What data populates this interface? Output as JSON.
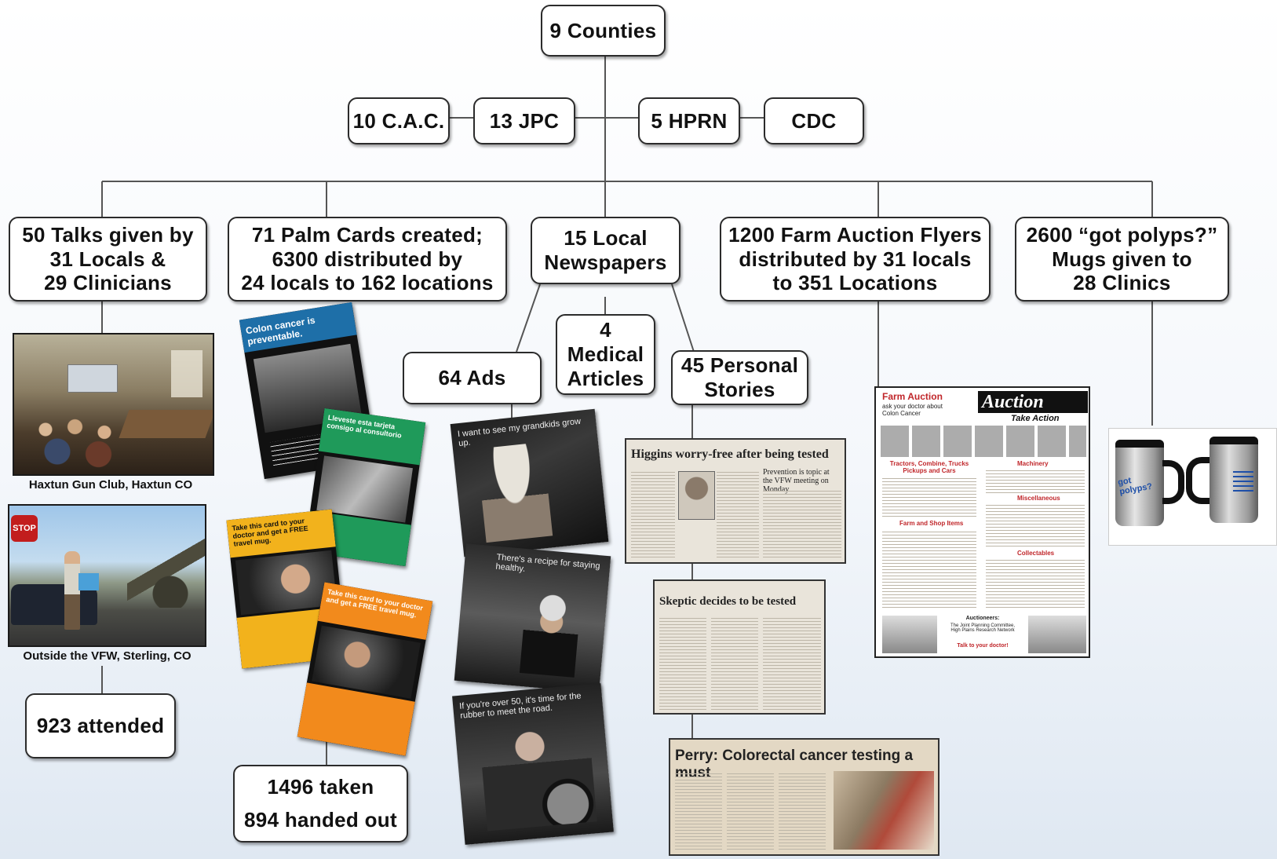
{
  "root": "9 Counties",
  "partners": [
    "10 C.A.C.",
    "13 JPC",
    "5 HPRN",
    "CDC"
  ],
  "branches": {
    "talks": "50 Talks given by\n31 Locals &\n29 Clinicians",
    "palm_cards": "71 Palm Cards created;\n6300 distributed by\n24 locals to 162 locations",
    "newspapers": "15 Local\nNewspapers",
    "flyers": "1200 Farm Auction Flyers\ndistributed by 31 locals\nto 351 Locations",
    "mugs": "2600 “got polyps?”\nMugs given to\n28 Clinics"
  },
  "newspaper_children": {
    "ads": "64 Ads",
    "articles": "4\nMedical\nArticles",
    "stories": "45 Personal\nStories"
  },
  "results": {
    "attended": "923 attended",
    "taken": "1496 taken\n894 handed out"
  },
  "captions": {
    "photo1": "Haxtun Gun Club, Haxtun CO",
    "photo2": "Outside the VFW, Sterling, CO"
  },
  "palm_card_texts": {
    "card1": "Colon cancer is preventable.",
    "card2": "Lleveste esta tarjeta consigo al consultorio",
    "card3": "Take this card to your doctor and get a FREE travel mug.",
    "card4": "Take this card to your doctor and get a FREE travel mug."
  },
  "ad_texts": {
    "ad1": "I want to see my grandkids grow up.",
    "ad2": "There's a recipe for staying healthy.",
    "ad3": "If you're over 50, it's time for the rubber to meet the road."
  },
  "headlines": {
    "h1": "Higgins worry-free after being tested",
    "h1_sub": "Prevention is topic at the VFW meeting on Monday",
    "h2": "Skeptic decides to be tested",
    "h3": "Perry: Colorectal cancer testing a must"
  },
  "flyer": {
    "title_left": "Farm Auction",
    "title_right": "Auction",
    "subtitle": "Take Action",
    "sub_left": "ask your doctor about Colon Cancer",
    "section1": "Tractors, Combine, Trucks Pickups and Cars",
    "section2": "Machinery",
    "section3": "Farm and Shop Items",
    "section4": "Miscellaneous",
    "section5": "Collectables",
    "footer_title": "Auctioneers:",
    "footer": "The Joint Planning Committee, High Plains Research Network",
    "footer_cta": "Talk to your doctor!"
  },
  "mug_text": "got polyps?",
  "colors": {
    "line": "#555555",
    "box_border": "#2b2b2b",
    "card_blue": "#1e6fa8",
    "card_green": "#1f9a5a",
    "card_yellow": "#f2b21c",
    "card_orange": "#f28a1c",
    "flyer_red": "#c0262a"
  }
}
